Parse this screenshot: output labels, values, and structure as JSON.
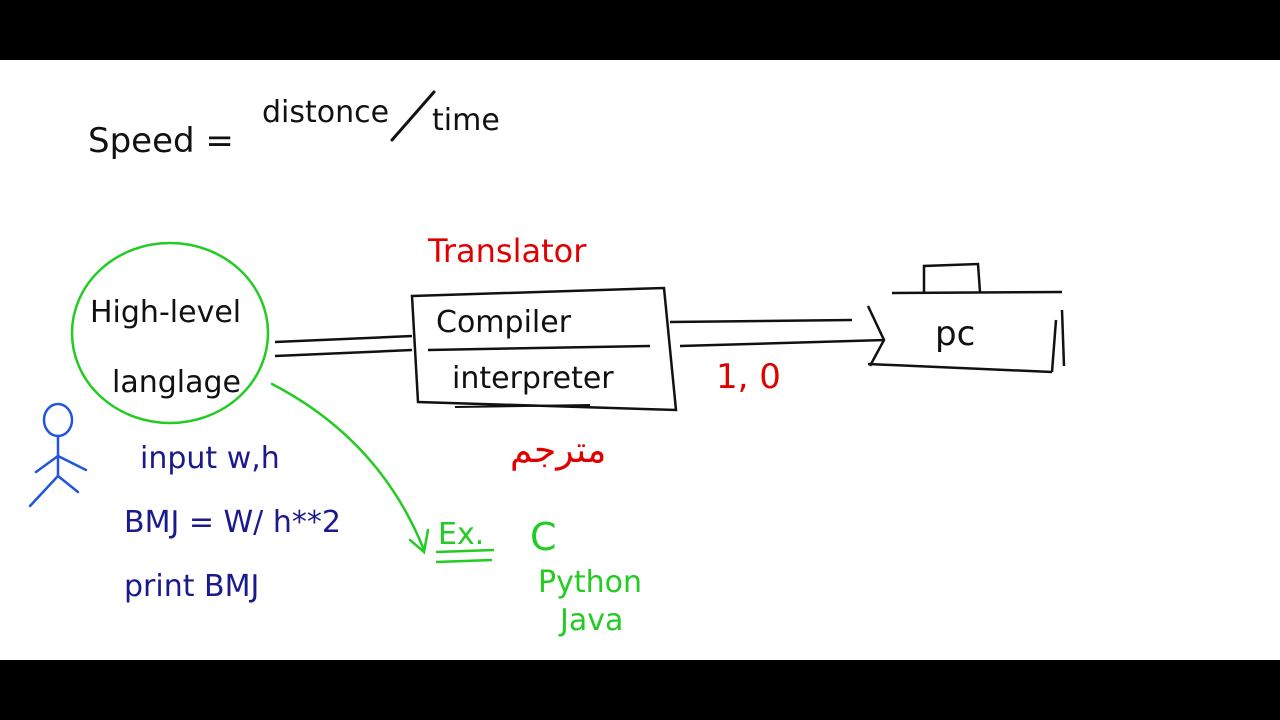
{
  "colors": {
    "background": "#ffffff",
    "letterbox": "#000000",
    "black_ink": "#111111",
    "red_ink": "#e00000",
    "green_ink": "#22cc22",
    "navy_ink": "#1a1a8c",
    "blue_ink": "#2255dd"
  },
  "formula": {
    "lhs": "Speed =",
    "numerator": "distonce",
    "denominator": "time"
  },
  "source": {
    "line1": "High-level",
    "line2": "langlage"
  },
  "translator": {
    "title": "Translator",
    "option1": "Compiler",
    "option2": "interpreter",
    "arabic": "مترجم"
  },
  "output": {
    "bits": "1, 0",
    "target": "pc"
  },
  "program": {
    "line1": "input w,h",
    "line2": "BMJ = W/ h**2",
    "line3": "print BMJ"
  },
  "examples": {
    "label": "Ex.",
    "items": [
      "C",
      "Python",
      "Java"
    ]
  }
}
